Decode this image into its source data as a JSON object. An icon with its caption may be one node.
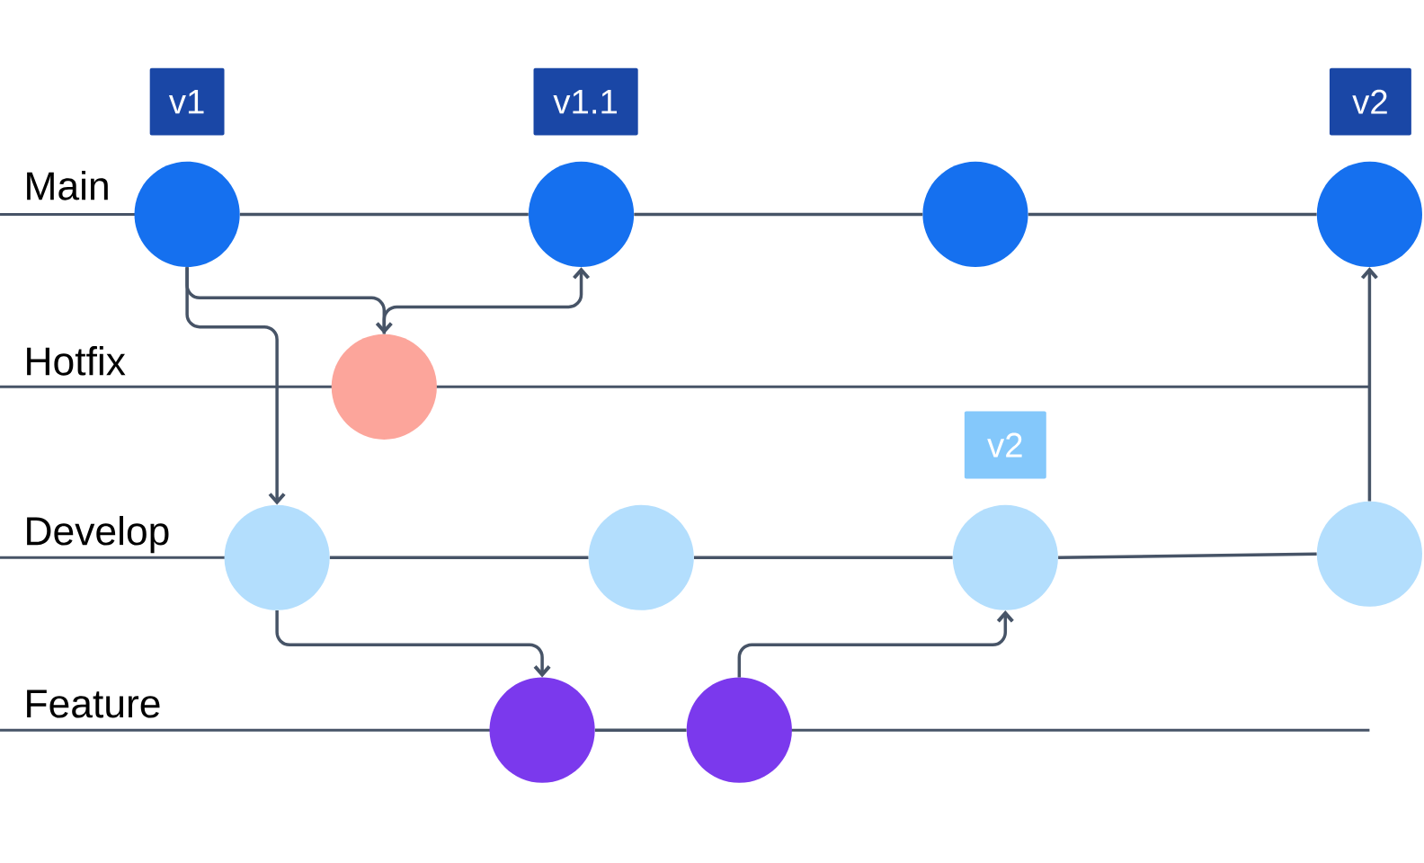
{
  "diagram": {
    "nodes": [
      {
        "text": [
          "v1"
        ]
      },
      {
        "text": [
          "v1.1"
        ]
      },
      {
        "text": [
          "v2"
        ]
      },
      {
        "text": [],
        "shape": "circle"
      },
      {
        "text": [],
        "shape": "circle"
      },
      {
        "text": [],
        "shape": "circle"
      },
      {
        "text": [],
        "shape": "circle"
      },
      {
        "text": [],
        "shape": "circle"
      },
      {
        "text": [
          "v2"
        ]
      },
      {
        "text": [],
        "shape": "circle"
      },
      {
        "text": [],
        "shape": "circle"
      },
      {
        "text": [],
        "shape": "circle"
      },
      {
        "text": [],
        "shape": "circle"
      },
      {
        "text": [],
        "shape": "circle"
      },
      {
        "text": [],
        "shape": "circle"
      }
    ],
    "edges": [
      {
        "from": 3,
        "to": 4,
        "arrow": "none"
      },
      {
        "from": 4,
        "to": 5,
        "arrow": "none"
      },
      {
        "from": 5,
        "to": 6,
        "arrow": "none"
      },
      {
        "from": 9,
        "to": 10,
        "arrow": "none"
      },
      {
        "from": 10,
        "to": 11,
        "arrow": "none"
      },
      {
        "from": 11,
        "to": 12,
        "arrow": "none"
      },
      {
        "from": 13,
        "to": 14,
        "arrow": "none"
      },
      {
        "from": 3,
        "to": 7,
        "arrow": "to"
      },
      {
        "from": 7,
        "to": 4,
        "arrow": "to"
      },
      {
        "from": 3,
        "to": 9,
        "arrow": "to"
      },
      {
        "from": 9,
        "to": 13,
        "arrow": "to"
      },
      {
        "from": 14,
        "to": 11,
        "arrow": "to"
      },
      {
        "from": 12,
        "to": 6,
        "arrow": "to"
      }
    ],
    "labels": [
      "Main",
      "Hotfix",
      "Develop",
      "Feature"
    ]
  }
}
